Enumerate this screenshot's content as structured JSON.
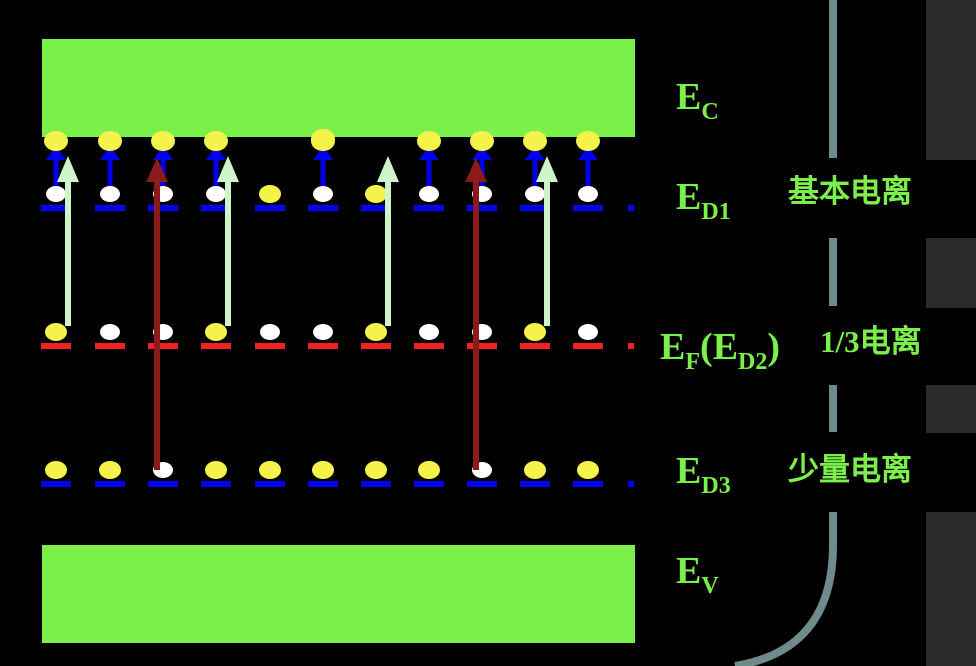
{
  "colors": {
    "band": "#7CF04A",
    "donor_level": "#0000EE",
    "fermi_level": "#EE2222",
    "electron": "#F5F34A",
    "vacancy": "#FFFFFF",
    "arrow_light": "#CCF5CC",
    "arrow_dark": "#8B1A1A",
    "arrow_blue": "#0000EE",
    "axis_curve": "#6E8A8A",
    "panel": "#2A2A2A"
  },
  "labels": {
    "ec": "E",
    "ec_sub": "C",
    "ed1": "E",
    "ed1_sub": "D1",
    "ef_main": "E",
    "ef_sub": "F",
    "ef_paren_open": "(",
    "ef_inner": "E",
    "ef_inner_sub": "D2",
    "ef_paren_close": ")",
    "ed3": "E",
    "ed3_sub": "D3",
    "ev": "E",
    "ev_sub": "V"
  },
  "notes": {
    "full_ionization": "基本电离",
    "third_prefix": "1/3",
    "third_ionization": "电离",
    "slight_ionization": "少量电离"
  },
  "levels": {
    "ed1": [
      "empty",
      "empty",
      "empty",
      "empty",
      "filled",
      "empty",
      "filled",
      "empty",
      "empty",
      "empty",
      "empty"
    ],
    "ef": [
      "filled",
      "empty",
      "empty",
      "filled",
      "empty",
      "empty",
      "filled",
      "empty",
      "empty",
      "filled",
      "empty"
    ],
    "ed3": [
      "filled",
      "filled",
      "empty",
      "filled",
      "filled",
      "filled",
      "filled",
      "filled",
      "empty",
      "filled",
      "filled"
    ],
    "conduction_electrons": [
      1,
      1,
      1,
      1,
      0,
      1,
      0,
      1,
      1,
      1,
      1
    ],
    "light_arrows_from_ef": [
      0,
      3,
      6,
      9
    ],
    "dark_arrows_from_ed3": [
      2,
      8
    ]
  }
}
